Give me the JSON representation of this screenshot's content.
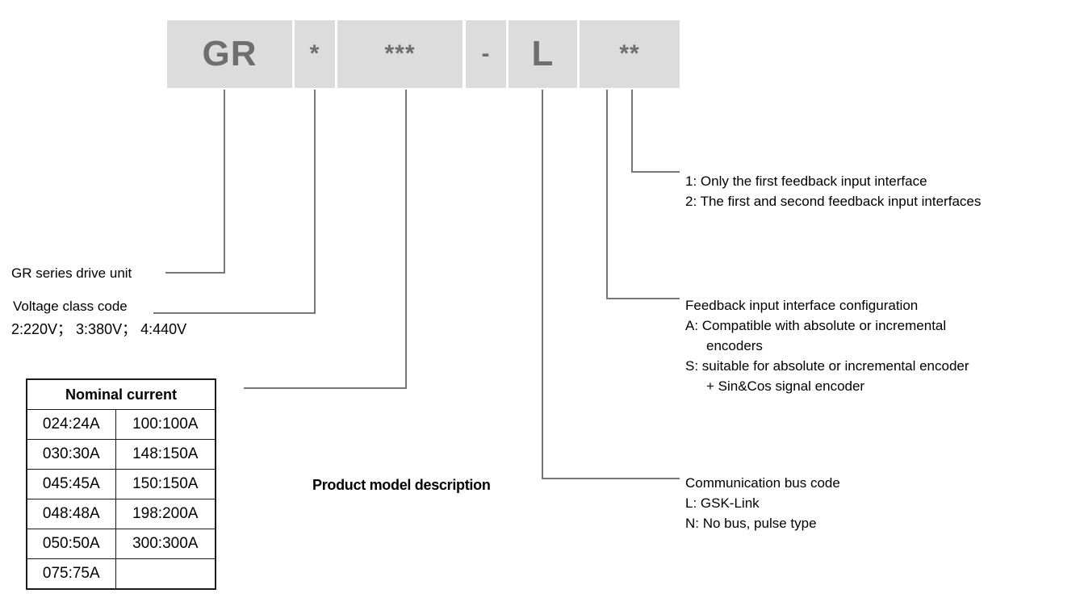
{
  "diagram": {
    "caption": "Product model description",
    "model_code": {
      "segments": [
        {
          "id": "series",
          "text": "GR",
          "name": "code-box-series"
        },
        {
          "id": "voltage",
          "text": "*",
          "name": "code-box-voltage"
        },
        {
          "id": "current",
          "text": "***",
          "name": "code-box-current"
        },
        {
          "id": "dash",
          "text": "-",
          "name": "code-box-dash"
        },
        {
          "id": "bus",
          "text": "L",
          "name": "code-box-bus"
        },
        {
          "id": "feedback",
          "text": "**",
          "name": "code-box-feedback"
        }
      ],
      "box_fill": "#dcdcdc",
      "box_text_color": "#6e6e6e"
    },
    "left_labels": {
      "series": "GR series drive unit",
      "voltage_title": "Voltage class code",
      "voltage_values": "2:220V；  3:380V；  4:440V"
    },
    "right_labels": {
      "feedback_count": {
        "line1": "1: Only the first feedback input interface",
        "line2": "2: The first and second feedback input interfaces"
      },
      "feedback_config": {
        "line1": "Feedback input interface configuration",
        "line2": "A: Compatible with absolute or incremental",
        "line3": "encoders",
        "line4": "S: suitable for absolute or incremental encoder",
        "line5": "+ Sin&Cos signal encoder"
      },
      "communication_bus": {
        "line1": "Communication bus code",
        "line2": "L: GSK-Link",
        "line3": "N: No bus, pulse type"
      }
    },
    "nominal_current_table": {
      "header": "Nominal current",
      "rows": [
        {
          "left": "024:24A",
          "right": "100:100A"
        },
        {
          "left": "030:30A",
          "right": "148:150A"
        },
        {
          "left": "045:45A",
          "right": "150:150A"
        },
        {
          "left": "048:48A",
          "right": "198:200A"
        },
        {
          "left": "050:50A",
          "right": "300:300A"
        },
        {
          "left": "075:75A",
          "right": ""
        }
      ]
    },
    "leader_line_color": "#777777"
  }
}
